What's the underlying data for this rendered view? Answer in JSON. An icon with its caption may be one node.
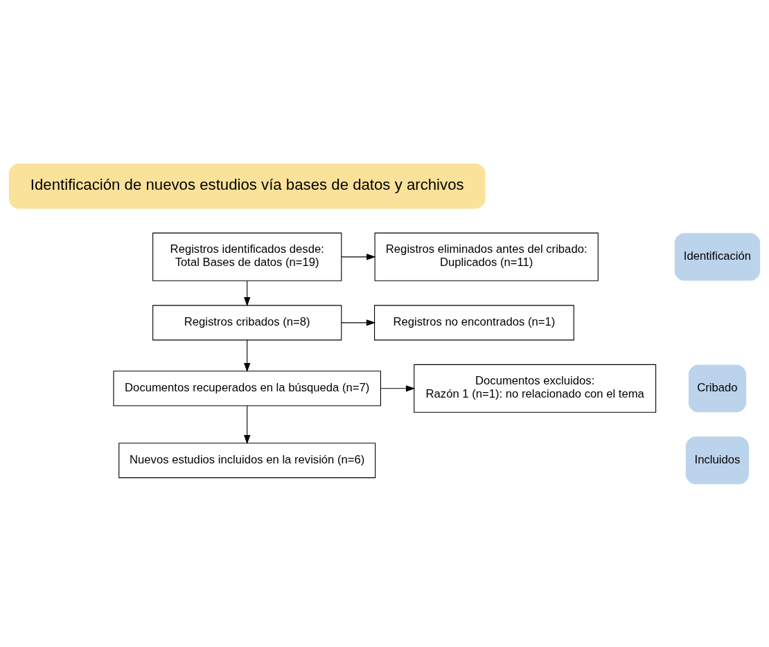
{
  "diagram": {
    "nodes": [
      {
        "text": [
          "Identificación de nuevos estudios vía bases de datos y archivos"
        ]
      },
      {
        "text": [
          "Identificación"
        ]
      },
      {
        "text": [
          "Cribado"
        ]
      },
      {
        "text": [
          "Incluidos"
        ]
      },
      {
        "text": [
          "Registros identificados desde:",
          "Total Bases de datos (n=19)"
        ]
      },
      {
        "text": [
          "Registros eliminados antes del cribado:",
          "Duplicados (n=11)"
        ]
      },
      {
        "text": [
          "Registros cribados (n=8)"
        ]
      },
      {
        "text": [
          "Registros no encontrados (n=1)"
        ]
      },
      {
        "text": [
          "Documentos recuperados en la búsqueda (n=7)"
        ]
      },
      {
        "text": [
          "Documentos excluidos:",
          "Razón 1 (n=1): no relacionado con el tema"
        ]
      },
      {
        "text": [
          "Nuevos estudios incluidos en la revisión (n=6)"
        ]
      }
    ],
    "edges": [
      {
        "from": 4,
        "to": 5,
        "arrow": "to"
      },
      {
        "from": 4,
        "to": 6,
        "arrow": "to"
      },
      {
        "from": 6,
        "to": 7,
        "arrow": "to"
      },
      {
        "from": 6,
        "to": 8,
        "arrow": "to"
      },
      {
        "from": 8,
        "to": 9,
        "arrow": "to"
      },
      {
        "from": 8,
        "to": 10,
        "arrow": "to"
      }
    ]
  }
}
